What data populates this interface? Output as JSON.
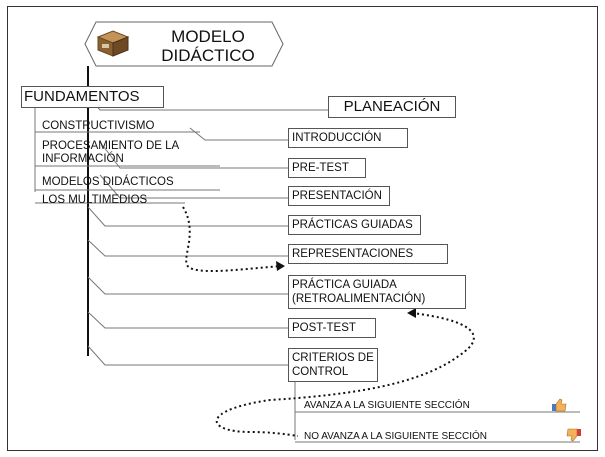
{
  "title": {
    "line1": "MODELO",
    "line2": "DIDÁCTICO",
    "icon": "box-icon"
  },
  "fundamentos": {
    "heading": "FUNDAMENTOS",
    "items": [
      "CONSTRUCTIVISMO",
      "PROCESAMIENTO DE LA",
      "INFORMACIÓN",
      "MODELOS DIDÁCTICOS",
      "LOS MULTIMEDIOS"
    ]
  },
  "planeacion": {
    "heading": "PLANEACIÓN",
    "steps": [
      "INTRODUCCIÓN",
      "PRE-TEST",
      "PRESENTACIÓN",
      "PRÁCTICAS GUIADAS",
      "REPRESENTACIONES",
      "PRÁCTICA GUIADA",
      "(RETROALIMENTACIÓN)",
      "POST-TEST",
      "CRITERIOS DE",
      "CONTROL"
    ]
  },
  "outcomes": {
    "advance": "AVANZA A LA SIGUIENTE SECCIÓN",
    "no_advance": "NO AVANZA A LA SIGUIENTE SECCIÓN",
    "advance_icon": "thumbs-up-icon",
    "no_advance_icon": "thumbs-down-icon"
  }
}
